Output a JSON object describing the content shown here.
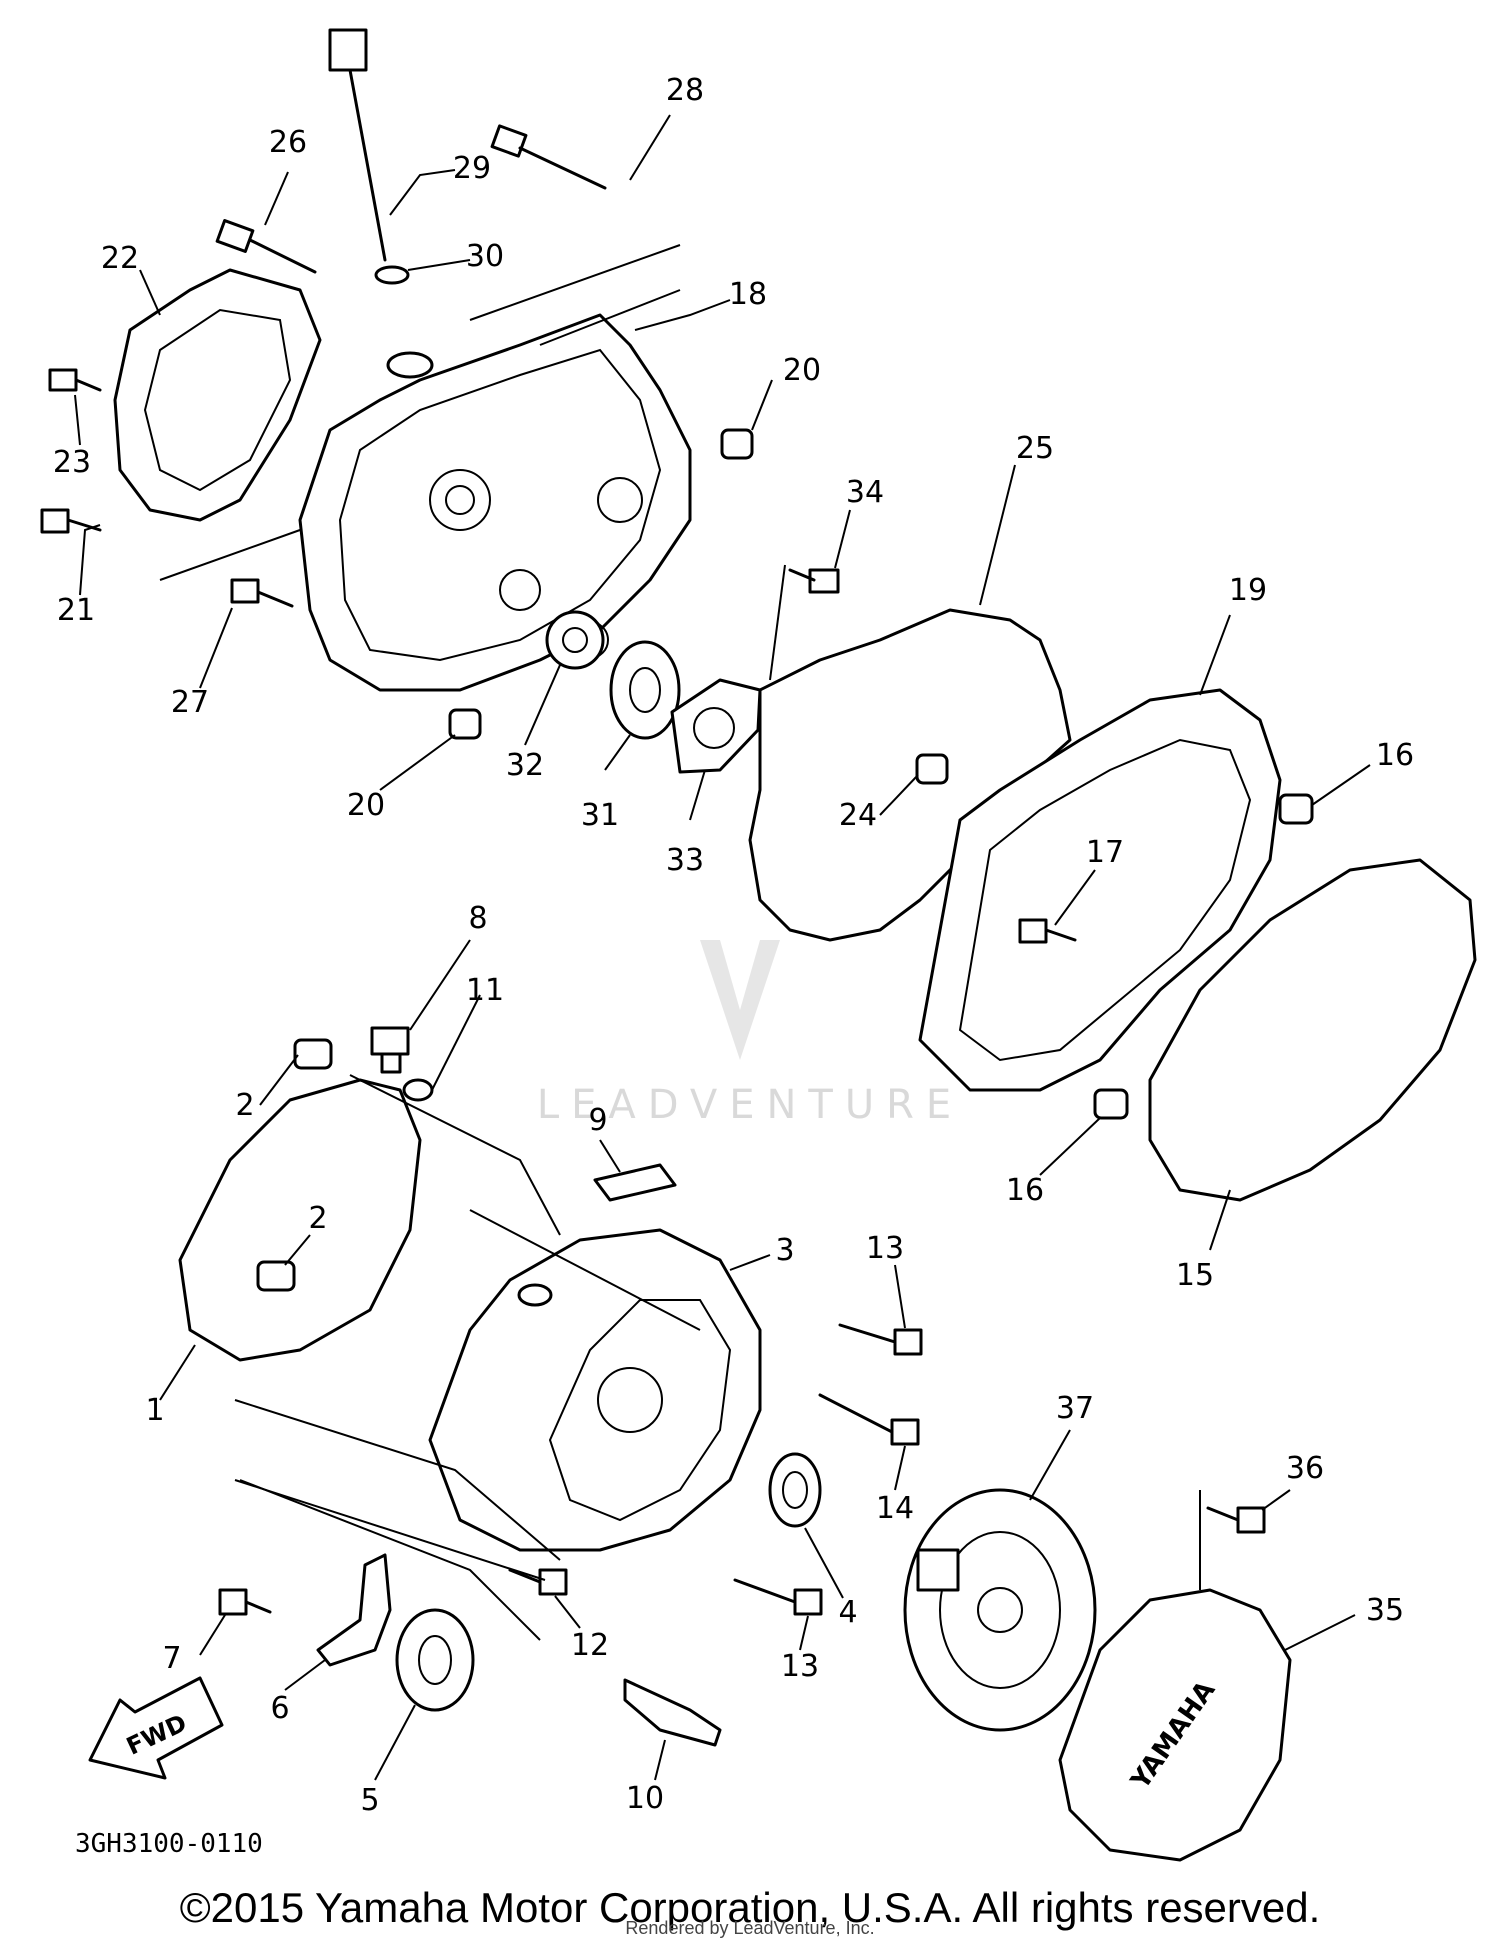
{
  "diagram": {
    "part_numbers": [
      "1",
      "2",
      "3",
      "4",
      "5",
      "6",
      "7",
      "8",
      "9",
      "10",
      "11",
      "12",
      "13",
      "14",
      "15",
      "16",
      "17",
      "18",
      "19",
      "20",
      "21",
      "22",
      "23",
      "24",
      "25",
      "26",
      "27",
      "28",
      "29",
      "30",
      "31",
      "32",
      "33",
      "34",
      "35",
      "36",
      "37"
    ],
    "arrow_label": "FWD",
    "drawing_code": "3GH3100-0110",
    "watermark": "LEADVENTURE",
    "cover_logo": "YAMAHA"
  },
  "footer": {
    "copyright": "©2015 Yamaha Motor Corporation, U.S.A. All rights reserved.",
    "render_credit": "Rendered by LeadVenture, Inc."
  }
}
